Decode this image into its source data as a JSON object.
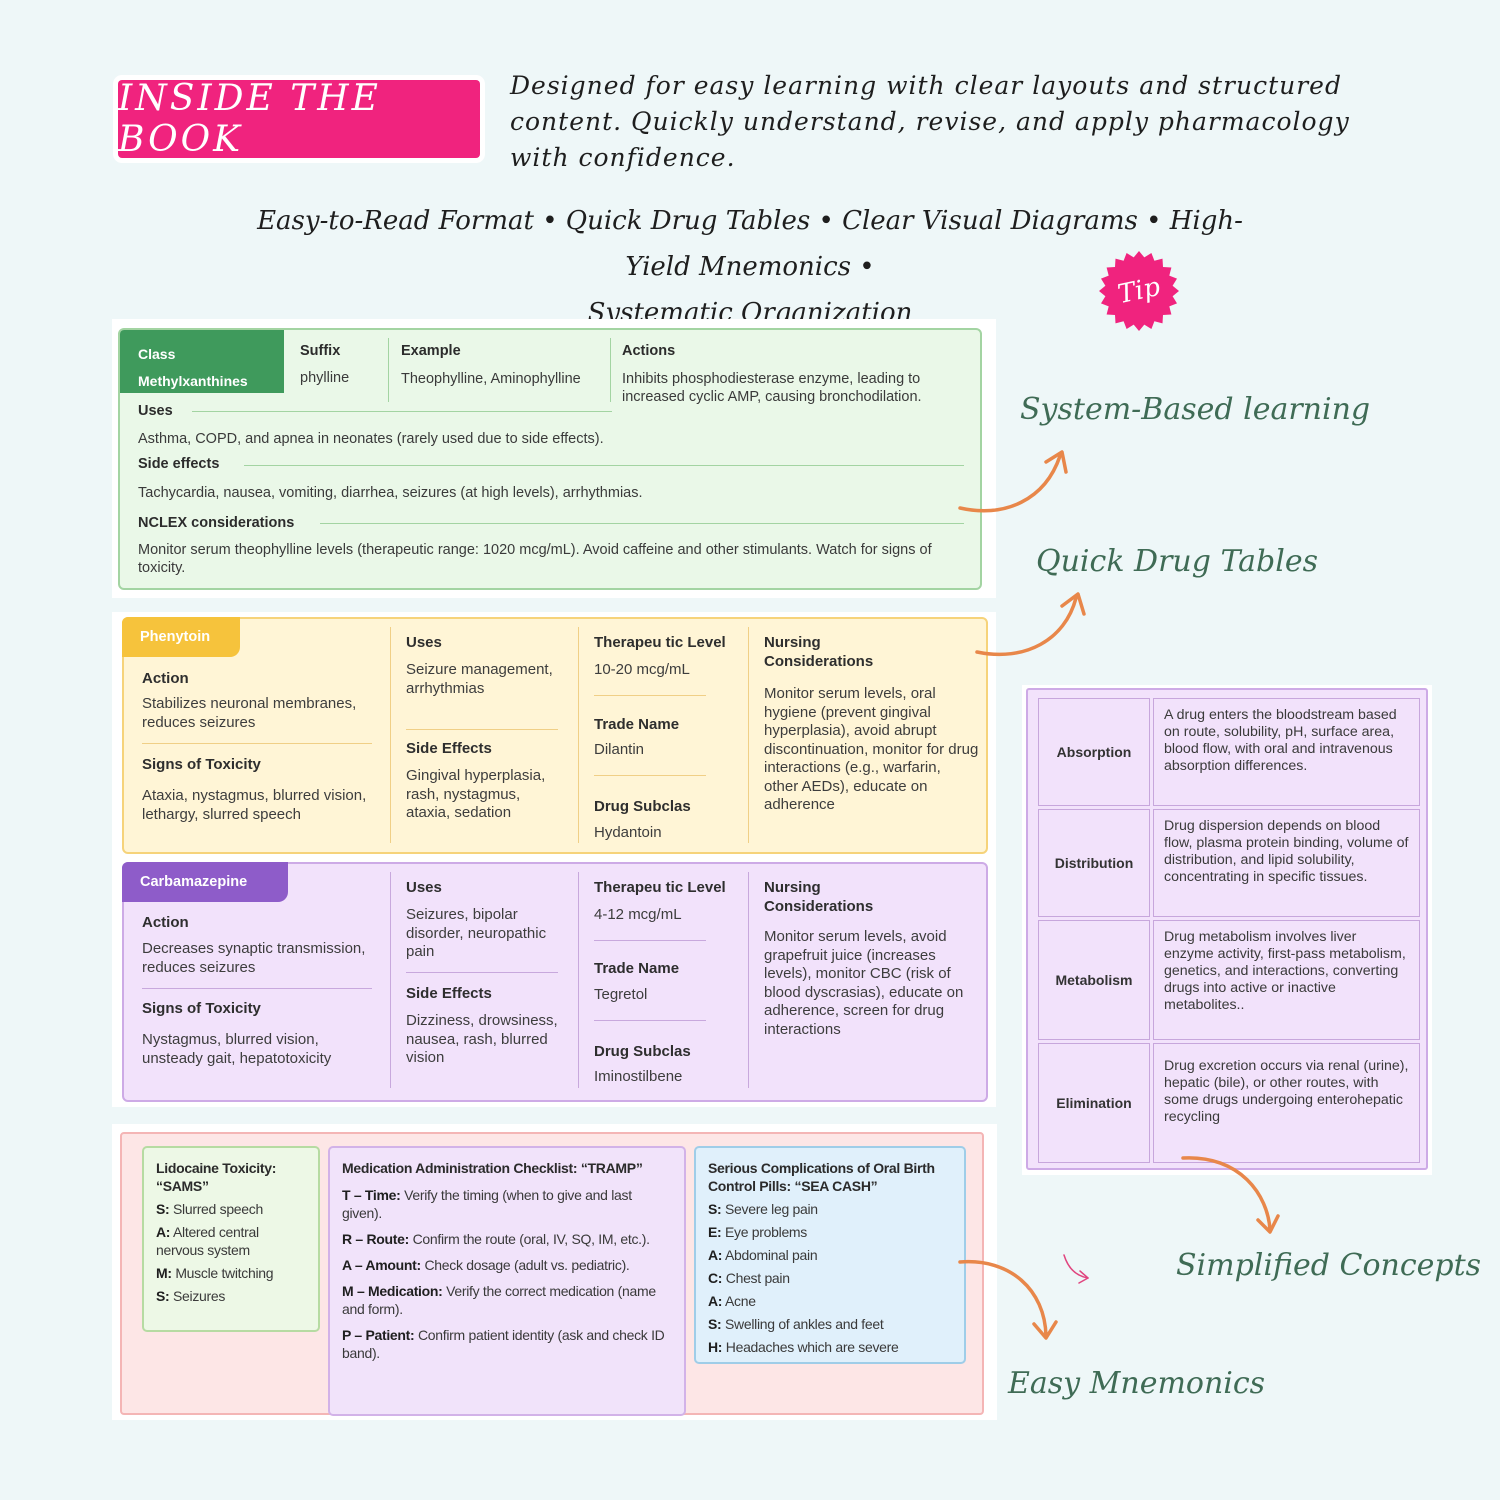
{
  "header": {
    "badge": "INSIDE THE BOOK",
    "intro": "Designed for easy learning with clear layouts and structured content. Quickly understand, revise, and apply pharmacology with confidence.",
    "features_line1": "Easy-to-Read Format • Quick Drug Tables • Clear Visual Diagrams • High-Yield Mnemonics •",
    "features_line2": "Systematic Organization",
    "tip": "Tip"
  },
  "labels": {
    "system_based": "System-Based learning",
    "quick_tables": "Quick Drug Tables",
    "simplified": "Simplified Concepts",
    "mnemonics": "Easy Mnemonics"
  },
  "colors": {
    "accent_pink": "#f0237e",
    "arrow_orange": "#e8874a",
    "label_green": "#3f6b55"
  },
  "methyl": {
    "class_head": "Class",
    "class_value": "Methylxanthines",
    "suffix_head": "Suffix",
    "suffix_value": "phylline",
    "example_head": "Example",
    "example_value": "Theophylline, Aminophylline",
    "actions_head": "Actions",
    "actions_value": "Inhibits phosphodiesterase enzyme, leading to increased cyclic AMP, causing bronchodilation.",
    "uses_head": "Uses",
    "uses_value": "Asthma, COPD, and apnea in neonates (rarely used due to side effects).",
    "side_head": "Side effects",
    "side_value": "Tachycardia, nausea, vomiting, diarrhea, seizures (at high levels), arrhythmias.",
    "nclex_head": "NCLEX considerations",
    "nclex_value": "Monitor serum theophylline levels (therapeutic range: 1020 mcg/mL). Avoid caffeine and other stimulants. Watch for signs of toxicity."
  },
  "phenytoin": {
    "name": "Phenytoin",
    "action_head": "Action",
    "action": "Stabilizes neuronal membranes, reduces seizures",
    "toxicity_head": "Signs of Toxicity",
    "toxicity": "Ataxia, nystagmus, blurred vision, lethargy, slurred speech",
    "uses_head": "Uses",
    "uses": "Seizure management, arrhythmias",
    "side_head": "Side Effects",
    "side": "Gingival hyperplasia, rash, nystagmus, ataxia, sedation",
    "level_head": "Therapeu tic Level",
    "level": "10-20 mcg/mL",
    "trade_head": "Trade Name",
    "trade": "Dilantin",
    "subclass_head": "Drug Subclas",
    "subclass": "Hydantoin",
    "nursing_head": "Nursing Considerations",
    "nursing": "Monitor serum levels, oral hygiene (prevent gingival hyperplasia), avoid abrupt discontinuation, monitor for drug interactions (e.g., warfarin, other AEDs), educate on adherence"
  },
  "carbamazepine": {
    "name": "Carbamazepine",
    "action_head": "Action",
    "action": "Decreases synaptic transmission, reduces seizures",
    "toxicity_head": "Signs of Toxicity",
    "toxicity": "Nystagmus, blurred vision, unsteady gait, hepatotoxicity",
    "uses_head": "Uses",
    "uses": "Seizures, bipolar disorder, neuropathic pain",
    "side_head": "Side Effects",
    "side": "Dizziness, drowsiness, nausea, rash, blurred vision",
    "level_head": "Therapeu tic Level",
    "level": "4-12 mcg/mL",
    "trade_head": "Trade Name",
    "trade": "Tegretol",
    "subclass_head": "Drug Subclas",
    "subclass": "Iminostilbene",
    "nursing_head": "Nursing Considerations",
    "nursing": "Monitor serum levels, avoid grapefruit juice (increases levels), monitor CBC (risk of blood dyscrasias), educate on adherence, screen for drug interactions"
  },
  "adme": [
    {
      "label": "Absorption",
      "text": "A drug enters the bloodstream based on route, solubility, pH, surface area, blood flow, with oral and intravenous absorption differences."
    },
    {
      "label": "Distribution",
      "text": "Drug dispersion depends on blood flow, plasma protein binding, volume of distribution, and lipid solubility, concentrating in specific tissues."
    },
    {
      "label": "Metabolism",
      "text": "Drug metabolism involves liver enzyme activity, first-pass metabolism, genetics, and interactions, converting drugs into active or inactive metabolites.."
    },
    {
      "label": "Elimination",
      "text": "Drug excretion occurs via renal (urine), hepatic (bile), or other routes, with some drugs undergoing enterohepatic recycling"
    }
  ],
  "mnemonics": {
    "sams": {
      "title": "Lidocaine Toxicity: “SAMS”",
      "items": [
        {
          "key": "S:",
          "text": " Slurred speech"
        },
        {
          "key": "A:",
          "text": " Altered central nervous system"
        },
        {
          "key": "M:",
          "text": " Muscle twitching"
        },
        {
          "key": "S:",
          "text": " Seizures"
        }
      ]
    },
    "tramp": {
      "title": "Medication Administration Checklist: “TRAMP”",
      "items": [
        {
          "key": "T – Time:",
          "text": " Verify the timing (when to give and last given)."
        },
        {
          "key": "R – Route:",
          "text": " Confirm the route (oral, IV, SQ, IM, etc.)."
        },
        {
          "key": "A – Amount:",
          "text": " Check dosage (adult vs. pediatric)."
        },
        {
          "key": "M – Medication:",
          "text": " Verify the correct medication (name and form)."
        },
        {
          "key": "P – Patient:",
          "text": " Confirm patient identity (ask and check ID band)."
        }
      ]
    },
    "seacash": {
      "title": "Serious Complications of Oral Birth Control Pills: “SEA CASH”",
      "items": [
        {
          "key": "S:",
          "text": " Severe leg pain"
        },
        {
          "key": "E:",
          "text": " Eye problems"
        },
        {
          "key": "A:",
          "text": " Abdominal pain"
        },
        {
          "key": "C:",
          "text": " Chest pain"
        },
        {
          "key": "A:",
          "text": " Acne"
        },
        {
          "key": "S:",
          "text": " Swelling of ankles and feet"
        },
        {
          "key": "H:",
          "text": " Headaches which are severe"
        }
      ]
    }
  }
}
